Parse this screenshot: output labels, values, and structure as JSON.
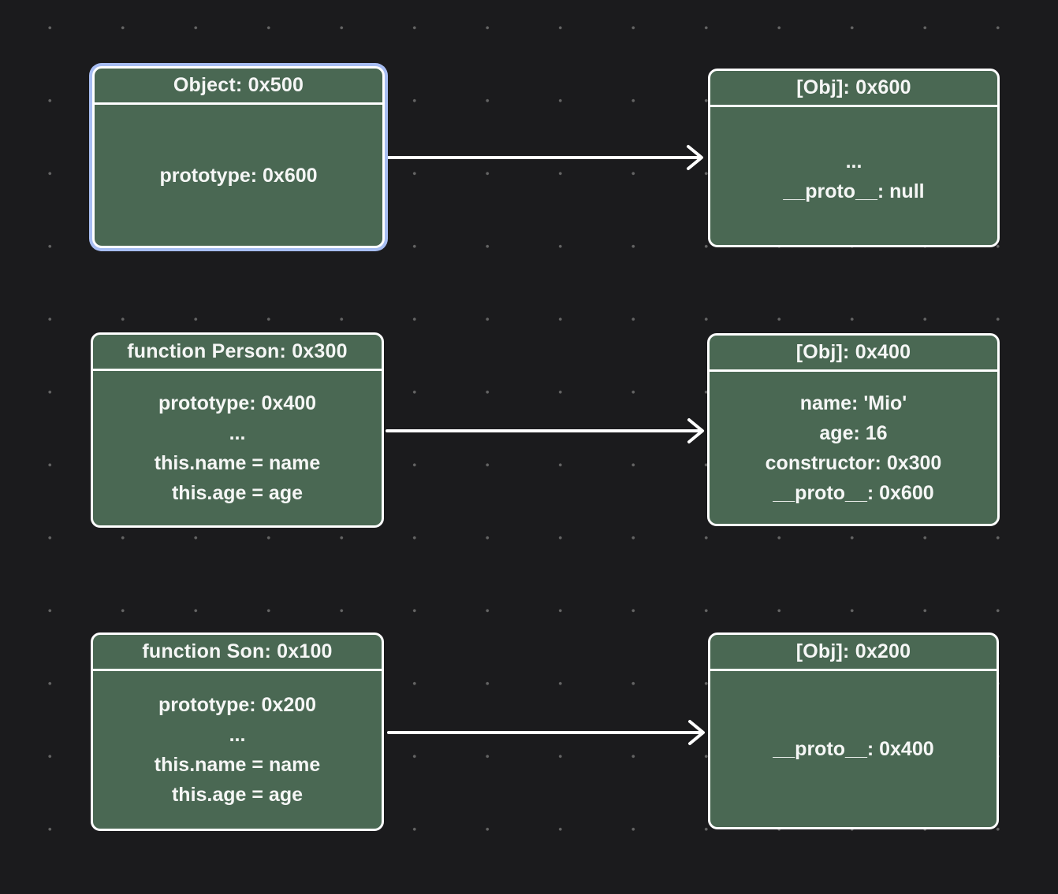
{
  "diagram": {
    "type": "prototype-chain-diagram",
    "selected_node": "Object: 0x500",
    "nodes": [
      {
        "id": "object-0x500",
        "title": "Object: 0x500",
        "lines": [
          "prototype: 0x600"
        ],
        "selected": true
      },
      {
        "id": "obj-0x600",
        "title": "[Obj]: 0x600",
        "lines": [
          "...",
          "__proto__: null"
        ],
        "selected": false
      },
      {
        "id": "function-person-0x300",
        "title": "function Person: 0x300",
        "lines": [
          "prototype: 0x400",
          "...",
          "this.name = name",
          "this.age = age"
        ],
        "selected": false
      },
      {
        "id": "obj-0x400",
        "title": "[Obj]: 0x400",
        "lines": [
          "name: 'Mio'",
          "age: 16",
          "constructor: 0x300",
          "__proto__: 0x600"
        ],
        "selected": false
      },
      {
        "id": "function-son-0x100",
        "title": "function Son: 0x100",
        "lines": [
          "prototype: 0x200",
          "...",
          "this.name = name",
          "this.age = age"
        ],
        "selected": false
      },
      {
        "id": "obj-0x200",
        "title": "[Obj]: 0x200",
        "lines": [
          "__proto__: 0x400"
        ],
        "selected": false
      }
    ],
    "edges": [
      {
        "from": "Object: 0x500",
        "to": "[Obj]: 0x600"
      },
      {
        "from": "function Person: 0x300",
        "to": "[Obj]: 0x400"
      },
      {
        "from": "function Son: 0x100",
        "to": "[Obj]: 0x200"
      }
    ]
  },
  "colors": {
    "background": "#1b1b1d",
    "grid_dot": "#646464",
    "node_fill": "#4a6853",
    "node_border": "#ffffff",
    "selection_highlight": "#a7bdf2",
    "arrow": "#ffffff",
    "text": "#f5f6f5"
  }
}
